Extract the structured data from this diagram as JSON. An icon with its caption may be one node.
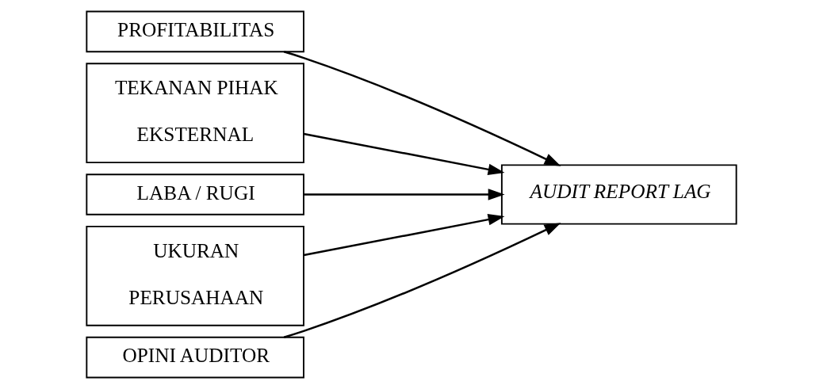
{
  "diagram": {
    "nodes": [
      {
        "text": [
          "PROFITABILITAS"
        ]
      },
      {
        "text": [
          "TEKANAN PIHAK EKSTERNAL"
        ]
      },
      {
        "text": [
          "LABA / RUGI"
        ]
      },
      {
        "text": [
          "UKURAN PERUSAHAAN"
        ]
      },
      {
        "text": [
          "OPINI AUDITOR"
        ]
      },
      {
        "text": [
          "AUDIT REPORT LAG"
        ]
      }
    ],
    "edges": [
      {
        "from": 0,
        "to": 5,
        "arrow": "to"
      },
      {
        "from": 1,
        "to": 5,
        "arrow": "to"
      },
      {
        "from": 2,
        "to": 5,
        "arrow": "to"
      },
      {
        "from": 3,
        "to": 5,
        "arrow": "to"
      },
      {
        "from": 4,
        "to": 5,
        "arrow": "to"
      }
    ]
  }
}
